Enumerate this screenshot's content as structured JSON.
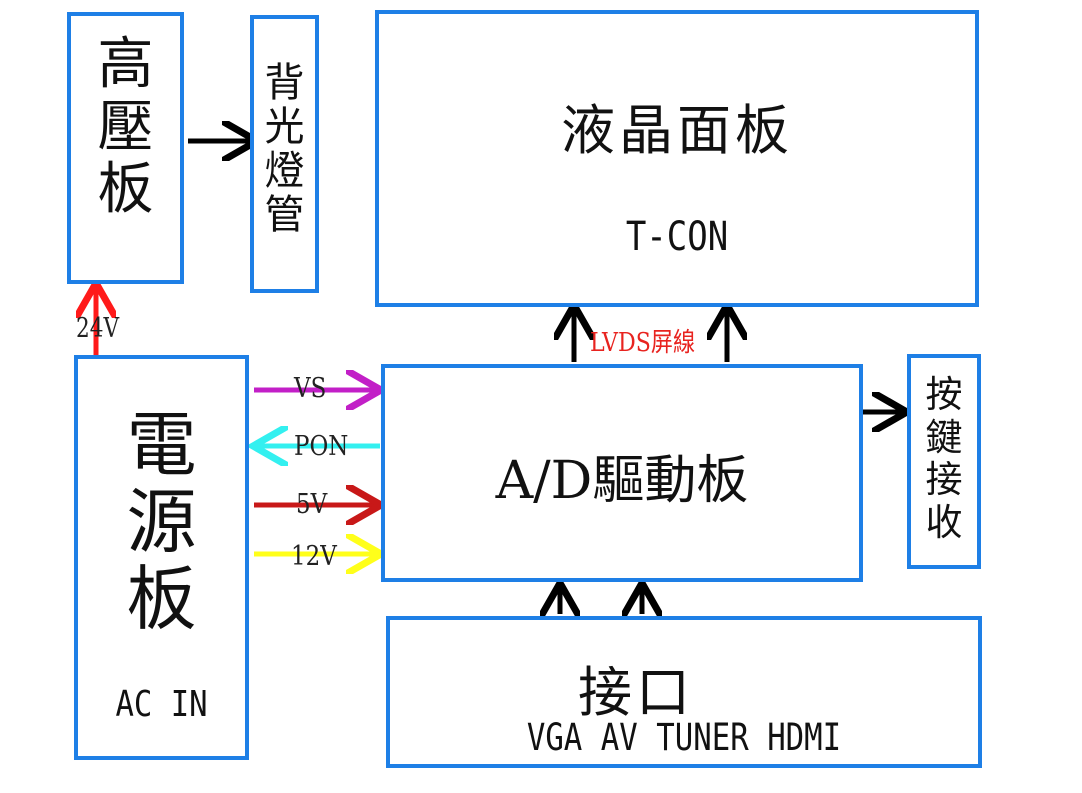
{
  "hv_board": {
    "chars": [
      "高",
      "壓",
      "板"
    ]
  },
  "backlight": {
    "chars": [
      "背",
      "光",
      "燈",
      "管"
    ]
  },
  "lcd_panel": {
    "title": "液晶面板",
    "subtitle": "T-CON"
  },
  "power_board": {
    "chars": [
      "電",
      "源",
      "板"
    ],
    "ac_in": "AC IN"
  },
  "ad_board": {
    "title": "A/D驅動板"
  },
  "key_receiver": {
    "chars": [
      "按",
      "鍵",
      "接",
      "收"
    ]
  },
  "interface": {
    "title": "接口",
    "subtitle": "VGA AV TUNER HDMI"
  },
  "signals": {
    "v24": "24V",
    "lvds": "LVDS屏線",
    "vs": "VS",
    "pon": "PON",
    "v5": "5V",
    "v12": "12V"
  },
  "colors": {
    "box_border": "#1e7fe6",
    "v24": "#ff1a1a",
    "lvds": "#e8231f",
    "vs": "#c21fc7",
    "pon": "#33f0f0",
    "v5": "#c81818",
    "v12": "#ffff1a"
  }
}
